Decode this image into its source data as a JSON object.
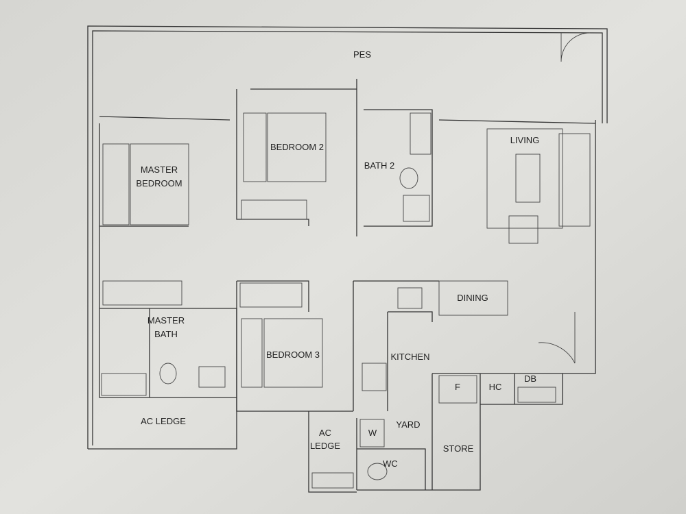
{
  "rooms": {
    "pes": "PES",
    "master_bedroom_1": "MASTER",
    "master_bedroom_2": "BEDROOM",
    "bedroom2": "BEDROOM 2",
    "bath2": "BATH 2",
    "living": "LIVING",
    "dining": "DINING",
    "master_bath_1": "MASTER",
    "master_bath_2": "BATH",
    "bedroom3": "BEDROOM 3",
    "kitchen": "KITCHEN",
    "fridge": "F",
    "hc": "HC",
    "db": "DB",
    "ac_ledge_left": "AC LEDGE",
    "ac_ledge_yard_1": "AC",
    "ac_ledge_yard_2": "LEDGE",
    "washer": "W",
    "yard": "YARD",
    "store": "STORE",
    "wc": "WC"
  },
  "colors": {
    "paper": "#dcdcd8",
    "ink": "#333333"
  }
}
